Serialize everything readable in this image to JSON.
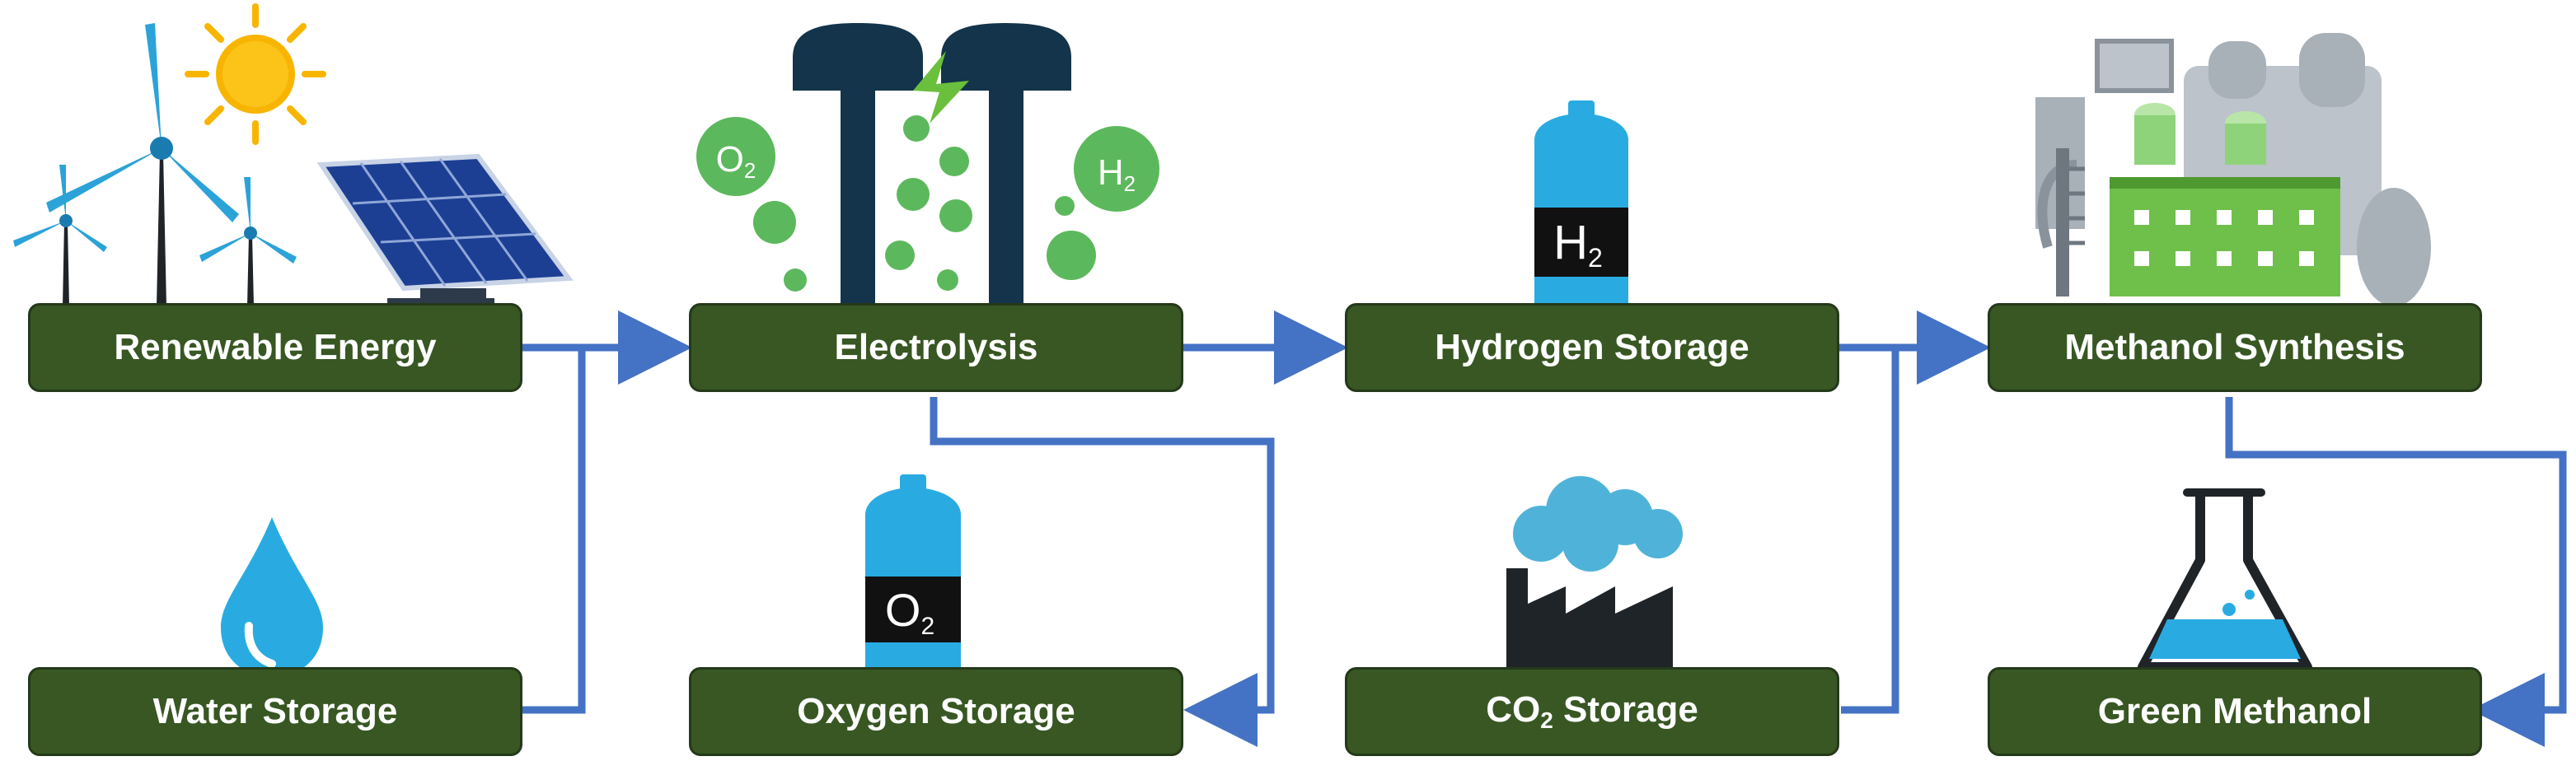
{
  "colors": {
    "box_fill": "#385723",
    "box_border": "#24391a",
    "box_text": "#ffffff",
    "arrow": "#4472c4",
    "green_bubble": "#5cb85c",
    "electrode": "#13344a",
    "tank": "#29abe2",
    "sun": "#f7b500",
    "turbine": "#2ba3d8",
    "solar_panel": "#1c3f94",
    "plant_green": "#6fbf4b",
    "plant_grey": "#a8b0b8",
    "factory": "#1f2429",
    "cloud": "#4fb3d9"
  },
  "nodes": {
    "renewable_energy": "Renewable Energy",
    "water_storage": "Water Storage",
    "electrolysis": "Electrolysis",
    "oxygen_storage": "Oxygen Storage",
    "hydrogen_storage": "Hydrogen Storage",
    "co2_storage_main": "CO",
    "co2_storage_sub": "2",
    "co2_storage_rest": " Storage",
    "methanol_synthesis": "Methanol Synthesis",
    "green_methanol": "Green Methanol"
  },
  "icons": {
    "o2_bubble_main": "O",
    "o2_bubble_sub": "2",
    "h2_bubble_main": "H",
    "h2_bubble_sub": "2",
    "h2_tank_main": "H",
    "h2_tank_sub": "2",
    "o2_tank_main": "O",
    "o2_tank_sub": "2"
  }
}
